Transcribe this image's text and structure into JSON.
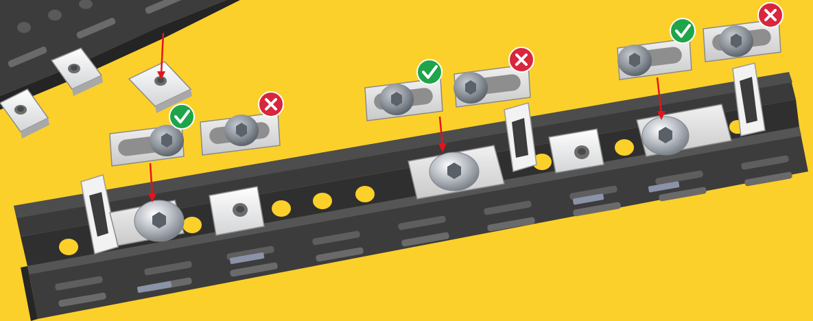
{
  "scene": {
    "background_color": "#fcd02a",
    "rail_dark": "#3c3c3c",
    "rail_mid": "#555555",
    "rail_edge": "#222222",
    "plate_color": "#dcdcdc",
    "plate_edge": "#9a9a9a",
    "screw_color": "#a8adb4",
    "arrow_color": "#e3141c",
    "correct_color": "#1fa44a",
    "incorrect_color": "#d7263d"
  },
  "legend": {
    "correct_icon": "checkmark-icon",
    "incorrect_icon": "x-mark-icon"
  },
  "steps": [
    {
      "id": 1,
      "correct_icon": "checkmark-icon",
      "incorrect_icon": "x-mark-icon"
    },
    {
      "id": 2,
      "correct_icon": "checkmark-icon",
      "incorrect_icon": "x-mark-icon"
    },
    {
      "id": 3,
      "correct_icon": "checkmark-icon",
      "incorrect_icon": "x-mark-icon"
    }
  ]
}
